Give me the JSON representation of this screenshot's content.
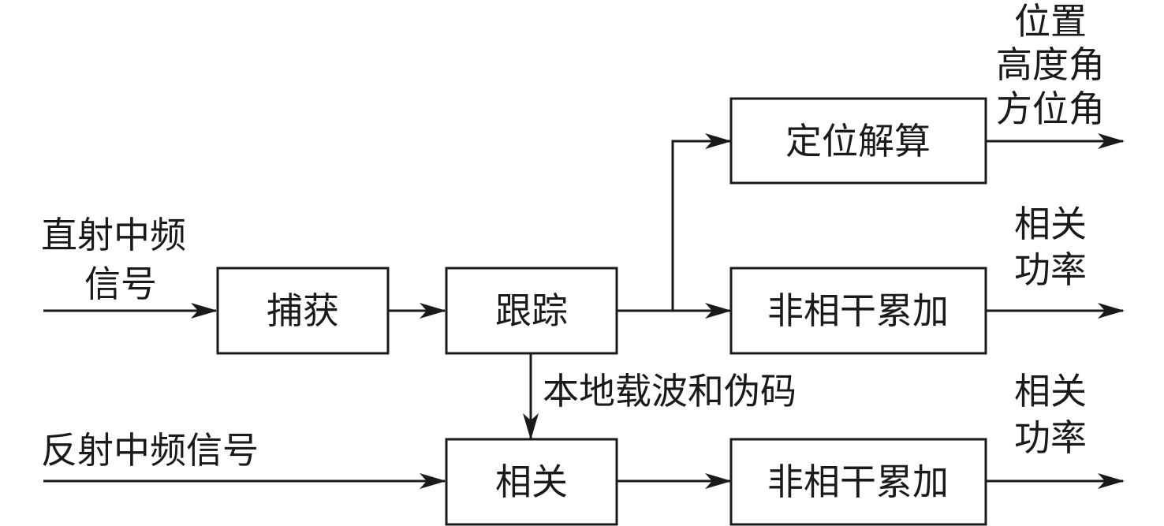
{
  "boxes": {
    "acquisition": "捕获",
    "tracking": "跟踪",
    "positioning": "定位解算",
    "noncoherent_direct": "非相干累加",
    "correlation": "相关",
    "noncoherent_reflected": "非相干累加"
  },
  "inputs": {
    "direct_line1": "直射中频",
    "direct_line2": "信号",
    "reflected": "反射中频信号"
  },
  "intermediate": {
    "local_carrier_code": "本地载波和伪码"
  },
  "outputs": {
    "positioning_line1": "位置",
    "positioning_line2": "高度角",
    "positioning_line3": "方位角",
    "direct_power_line1": "相关",
    "direct_power_line2": "功率",
    "reflected_power_line1": "相关",
    "reflected_power_line2": "功率"
  }
}
